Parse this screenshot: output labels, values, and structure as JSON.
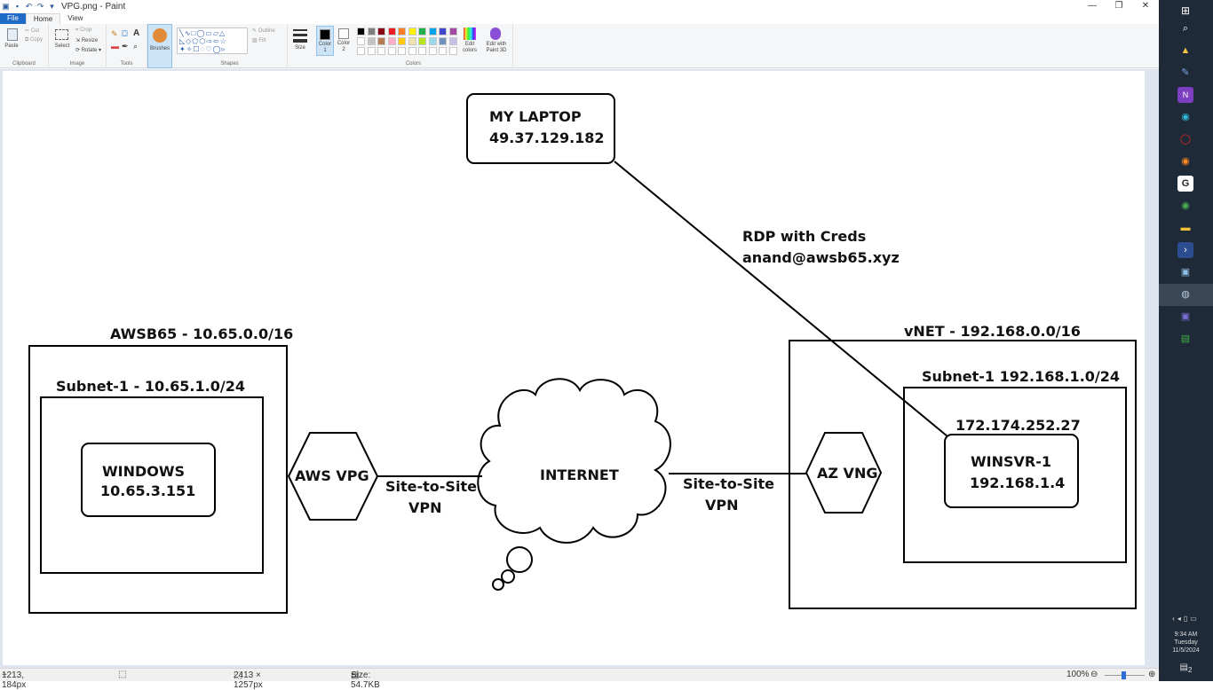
{
  "window": {
    "title": "VPG.png - Paint",
    "controls": {
      "minimize": "—",
      "maximize": "❐",
      "close": "✕"
    }
  },
  "ribbon_tabs": [
    {
      "label": "File"
    },
    {
      "label": "Home"
    },
    {
      "label": "View"
    }
  ],
  "ribbon": {
    "clipboard": {
      "paste": "Paste",
      "cut": "Cut",
      "copy": "Copy",
      "group": "Clipboard"
    },
    "image": {
      "select": "Select",
      "crop": "Crop",
      "resize": "Resize",
      "rotate": "Rotate",
      "group": "Image"
    },
    "tools": {
      "group": "Tools"
    },
    "brushes": {
      "label": "Brushes"
    },
    "shapes": {
      "outline": "Outline",
      "fill": "Fill",
      "group": "Shapes"
    },
    "size": {
      "label": "Size"
    },
    "color1": {
      "label": "Color",
      "sub": "1"
    },
    "color2": {
      "label": "Color",
      "sub": "2"
    },
    "colors": {
      "group": "Colors"
    },
    "edit_colors": {
      "line1": "Edit",
      "line2": "colors"
    },
    "paint3d": {
      "line1": "Edit with",
      "line2": "Paint 3D"
    },
    "palette": [
      "#000000",
      "#7f7f7f",
      "#880015",
      "#ed1c24",
      "#ff7f27",
      "#fff200",
      "#22b14c",
      "#00a2e8",
      "#3f48cc",
      "#a349a4",
      "#ffffff",
      "#c3c3c3",
      "#b97a57",
      "#ffaec9",
      "#ffc90e",
      "#efe4b0",
      "#b5e61d",
      "#99d9ea",
      "#7092be",
      "#c8bfe7"
    ]
  },
  "diagram": {
    "laptop_title": "MY LAPTOP",
    "laptop_ip": "49.37.129.182",
    "rdp_line1": "RDP with Creds",
    "rdp_line2": "anand@awsb65.xyz",
    "aws_vpc": "AWSB65 - 10.65.0.0/16",
    "aws_subnet": "Subnet-1 - 10.65.1.0/24",
    "windows_name": "WINDOWS",
    "windows_ip": "10.65.3.151",
    "aws_vpg": "AWS VPG",
    "s2s_left_1": "Site-to-Site",
    "s2s_left_2": "VPN",
    "internet": "INTERNET",
    "s2s_right_1": "Site-to-Site",
    "s2s_right_2": "VPN",
    "az_vng": "AZ VNG",
    "vnet": "vNET - 192.168.0.0/16",
    "az_subnet": "Subnet-1 192.168.1.0/24",
    "public_ip": "172.174.252.27",
    "winsvr_name": "WINSVR-1",
    "winsvr_ip": "192.168.1.4"
  },
  "statusbar": {
    "cursor_pos": "1213, 184px",
    "image_size": "2413 × 1257px",
    "file_size": "Size: 54.7KB",
    "zoom": "100%"
  },
  "taskbar": {
    "time": "9:34 AM",
    "day": "Tuesday",
    "date": "11/5/2024",
    "notification_count": "2"
  }
}
